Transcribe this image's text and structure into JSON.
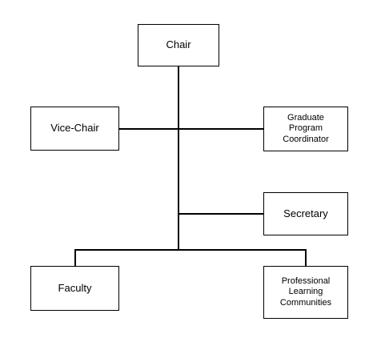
{
  "org_chart": {
    "nodes": {
      "chair": "Chair",
      "vice_chair": "Vice-Chair",
      "graduate_program_coordinator": "Graduate\nProgram\nCoordinator",
      "secretary": "Secretary",
      "faculty": "Faculty",
      "professional_learning_communities": "Professional\nLearning\nCommunities"
    },
    "colors": {
      "line": "#000000",
      "box_border": "#000000",
      "box_fill": "#ffffff",
      "text": "#000000"
    }
  }
}
